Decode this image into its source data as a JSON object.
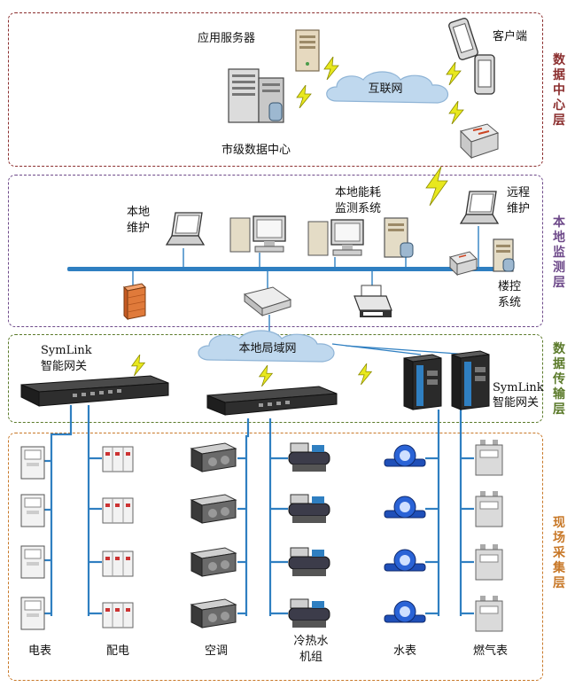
{
  "layers": {
    "data_center": {
      "label": "数据中心层",
      "color": "#8B2E2E"
    },
    "local_monitor": {
      "label": "本地监测层",
      "color": "#6E4A8A"
    },
    "transmission": {
      "label": "数据传输层",
      "color": "#5B7A2A"
    },
    "field": {
      "label": "现场采集层",
      "color": "#C87828"
    }
  },
  "data_center_nodes": {
    "app_server": "应用服务器",
    "client": "客户端",
    "internet": "互联网",
    "city_dc": "市级数据中心"
  },
  "local_nodes": {
    "local_maint_line1": "本地",
    "local_maint_line2": "维护",
    "energy_sys_line1": "本地能耗",
    "energy_sys_line2": "监测系统",
    "remote_line1": "远程",
    "remote_line2": "维护",
    "bms_line1": "楼控",
    "bms_line2": "系统"
  },
  "transmission_nodes": {
    "lan": "本地局域网",
    "gw_left_line1": "SymLink",
    "gw_left_line2": "智能网关",
    "gw_right_line1": "SymLink",
    "gw_right_line2": "智能网关"
  },
  "field_devices": {
    "meter": "电表",
    "power_dist": "配电",
    "aircon": "空调",
    "chiller_line1": "冷热水",
    "chiller_line2": "机组",
    "water": "水表",
    "gas": "燃气表"
  },
  "colors": {
    "bus": "#2F7FC1",
    "cloud": "#BFD8EE",
    "lightning": "#E8E81E"
  }
}
